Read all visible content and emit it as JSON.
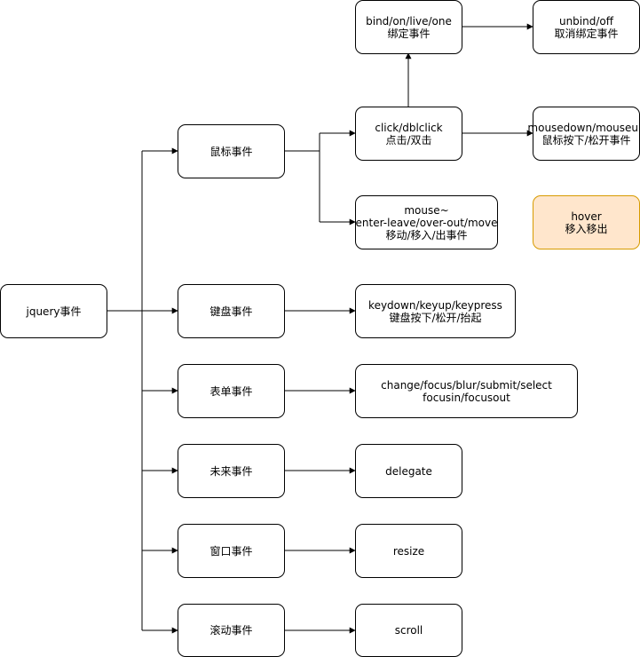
{
  "nodes": {
    "root": {
      "lines": [
        "jquery事件"
      ]
    },
    "mouse": {
      "lines": [
        "鼠标事件"
      ]
    },
    "keyboard": {
      "lines": [
        "键盘事件"
      ]
    },
    "form": {
      "lines": [
        "表单事件"
      ]
    },
    "future": {
      "lines": [
        "未来事件"
      ]
    },
    "window": {
      "lines": [
        "窗口事件"
      ]
    },
    "scroll_evt": {
      "lines": [
        "滚动事件"
      ]
    },
    "bind": {
      "lines": [
        "bind/on/live/one",
        "绑定事件"
      ]
    },
    "unbind": {
      "lines": [
        "unbind/off",
        "取消绑定事件"
      ]
    },
    "click": {
      "lines": [
        "click/dblclick",
        "点击/双击"
      ]
    },
    "mousedown": {
      "lines": [
        "mousedown/mouseup",
        "鼠标按下/松开事件"
      ]
    },
    "mousemove": {
      "lines": [
        "mouse~",
        "enter-leave/over-out/move",
        "移动/移入/出事件"
      ]
    },
    "hover": {
      "lines": [
        "hover",
        "移入移出"
      ]
    },
    "keys": {
      "lines": [
        "keydown/keyup/keypress",
        "键盘按下/松开/抬起"
      ]
    },
    "formevents": {
      "lines": [
        "change/focus/blur/submit/select",
        "focusin/focusout"
      ]
    },
    "delegate": {
      "lines": [
        "delegate"
      ]
    },
    "resize": {
      "lines": [
        "resize"
      ]
    },
    "scroll": {
      "lines": [
        "scroll"
      ]
    }
  },
  "colors": {
    "stroke": "#000000",
    "highlight_fill": "#ffe6cc",
    "highlight_stroke": "#d79b00"
  }
}
